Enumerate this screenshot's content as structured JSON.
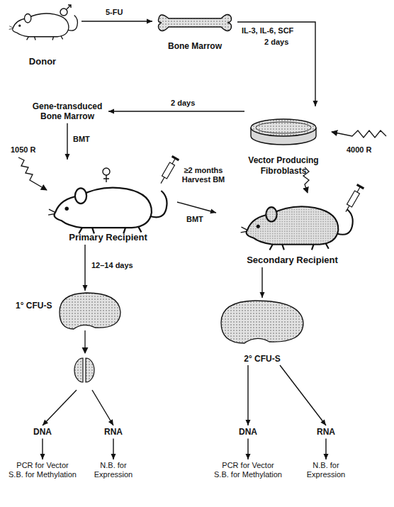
{
  "diagram": {
    "nodes": [
      {
        "text": [
          "Donor"
        ]
      },
      {
        "text": [
          "Bone Marrow"
        ]
      },
      {
        "text": [
          "Vector Producing Fibroblasts"
        ]
      },
      {
        "text": [
          "Gene-transduced Bone Marrow"
        ]
      },
      {
        "text": [
          "Primary Recipient"
        ]
      },
      {
        "text": [
          "Secondary Recipient"
        ]
      },
      {
        "text": [
          "1° CFU-S"
        ]
      },
      {
        "text": [
          "2° CFU-S"
        ]
      },
      {
        "text": [
          "DNA"
        ]
      },
      {
        "text": [
          "RNA"
        ]
      },
      {
        "text": [
          "DNA"
        ]
      },
      {
        "text": [
          "RNA"
        ]
      },
      {
        "text": [
          "PCR for Vector S.B. for Methylation"
        ]
      },
      {
        "text": [
          "N.B. for Expression"
        ]
      },
      {
        "text": [
          "PCR for Vector S.B. for Methylation"
        ]
      },
      {
        "text": [
          "N.B. for Expression"
        ]
      }
    ],
    "edges": [
      {
        "from": 0,
        "to": 1,
        "arrow": "to",
        "label": "5-FU"
      },
      {
        "from": 1,
        "to": 2,
        "arrow": "to",
        "label": "IL-3, IL-6, SCF"
      },
      {
        "from": 2,
        "to": 3,
        "arrow": "to",
        "label": "2 days"
      },
      {
        "from": 3,
        "to": 4,
        "arrow": "to",
        "label": "BMT"
      },
      {
        "from": 4,
        "to": 5,
        "arrow": "to",
        "label": "≥2 months Harvest BM"
      },
      {
        "from": 4,
        "to": 6,
        "arrow": "to",
        "label": "12–14 days"
      },
      {
        "from": 6,
        "to": 8,
        "arrow": "to"
      },
      {
        "from": 6,
        "to": 9,
        "arrow": "to"
      },
      {
        "from": 5,
        "to": 7,
        "arrow": "to"
      },
      {
        "from": 7,
        "to": 10,
        "arrow": "to"
      },
      {
        "from": 7,
        "to": 11,
        "arrow": "to"
      },
      {
        "from": 8,
        "to": 12,
        "arrow": "to"
      },
      {
        "from": 9,
        "to": 13,
        "arrow": "to"
      },
      {
        "from": 10,
        "to": 14,
        "arrow": "to"
      },
      {
        "from": 11,
        "to": 15,
        "arrow": "to"
      }
    ],
    "labels": [
      "2 days",
      "4000 R",
      "1050 R",
      "BMT"
    ]
  }
}
